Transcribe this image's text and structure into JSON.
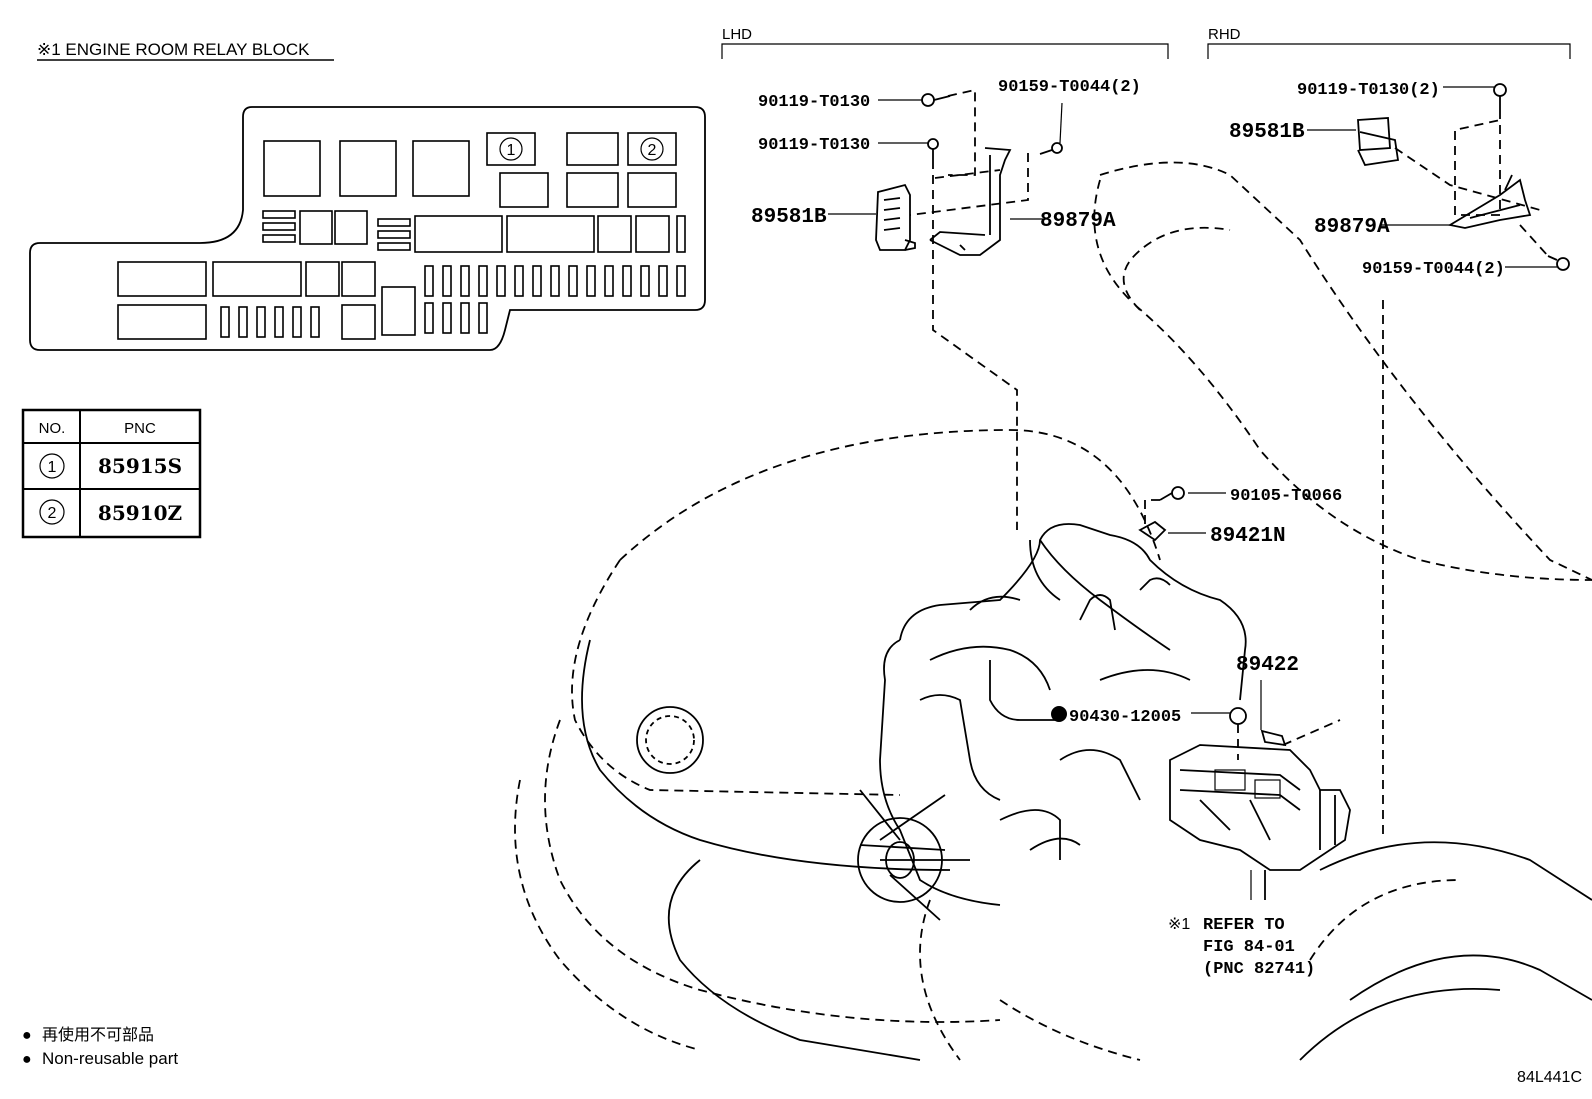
{
  "heading": "※1 ENGINE ROOM RELAY BLOCK",
  "relay_block": {
    "marker_1": "1",
    "marker_2": "2"
  },
  "pnc_table": {
    "headers": [
      "NO.",
      "PNC"
    ],
    "rows": [
      {
        "no": "1",
        "pnc": "85915S"
      },
      {
        "no": "2",
        "pnc": "85910Z"
      }
    ]
  },
  "sections": {
    "lhd": "LHD",
    "rhd": "RHD"
  },
  "callouts": {
    "lhd_bolt_upper": "90119-T0130",
    "lhd_bolt_lower": "90119-T0130",
    "lhd_screw": "90159-T0044(2)",
    "lhd_sensor": "89581B",
    "lhd_bracket": "89879A",
    "rhd_bolt": "90119-T0130(2)",
    "rhd_sensor": "89581B",
    "rhd_bracket": "89879A",
    "rhd_screw": "90159-T0044(2)",
    "bolt_engine": "90105-T0066",
    "sensor_engine": "89421N",
    "sensor_knock": "89422",
    "gasket": "90430-12005"
  },
  "refer_note": {
    "mark": "※1",
    "line1": "REFER TO",
    "line2": "FIG 84-01",
    "line3": "(PNC 82741)"
  },
  "legend": [
    {
      "bullet": "●",
      "text": "再使用不可部品"
    },
    {
      "bullet": "●",
      "text": "Non-reusable part"
    }
  ],
  "figure_code": "84L441C"
}
